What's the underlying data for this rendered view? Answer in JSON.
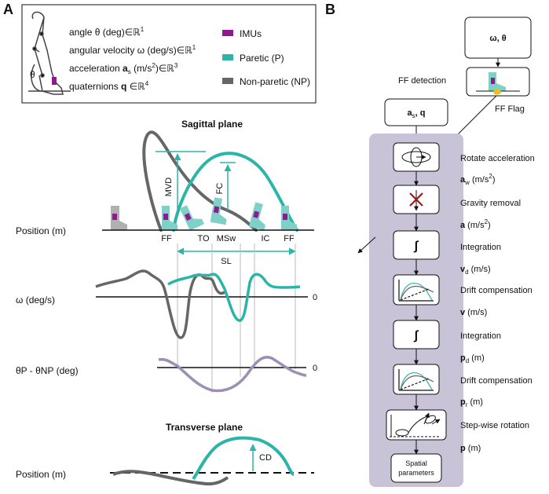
{
  "panel_a": {
    "letter": "A",
    "legend": {
      "theta_symbol": "θ",
      "signals": [
        {
          "prefix": "angle θ (deg)∈ℝ",
          "sup": "1"
        },
        {
          "prefix": "angular velocity ω (deg/s)∈ℝ",
          "sup": "1"
        },
        {
          "prefix": "acceleration ",
          "bold": "a",
          "sub": "s",
          "mid": " (m/s",
          "sup2": "2",
          "suffix": ")∈ℝ",
          "sup": "3"
        },
        {
          "prefix": "quaternions ",
          "bold": "q",
          "suffix": " ∈ℝ",
          "sup": "4"
        }
      ],
      "keys": [
        {
          "label": "IMUs",
          "color": "#8e1a8e"
        },
        {
          "label": "Paretic (P)",
          "color": "#2bb5a8"
        },
        {
          "label": "Non-paretic (NP)",
          "color": "#666666"
        }
      ]
    },
    "sagittal": {
      "title": "Sagittal plane",
      "mvd": "MVD",
      "fc": "FC",
      "sl": "SL",
      "events": [
        "FF",
        "TO",
        "MSw",
        "IC",
        "FF"
      ],
      "position_label": "Position (m)",
      "omega_label": "ω (deg/s)",
      "theta_label": "θP - θNP (deg)",
      "zero_omega": "0",
      "zero_theta": "0"
    },
    "transverse": {
      "title": "Transverse plane",
      "cd": "CD",
      "position_label": "Position (m)"
    }
  },
  "panel_b": {
    "letter": "B",
    "input_top": "ω, θ",
    "ff_detection": "FF detection",
    "ff_flag": "FF Flag",
    "input_left": {
      "bold": "a",
      "sub": "s",
      "rest": ", q"
    },
    "steps": [
      {
        "label": "Rotate acceleration",
        "out_bold": "a",
        "out_sub": "w",
        "out_rest": " (m/s",
        "out_sup": "2",
        "out_end": ")"
      },
      {
        "label": "Gravity removal",
        "out_bold": "a",
        "out_sub": "",
        "out_rest": " (m/s",
        "out_sup": "2",
        "out_end": ")"
      },
      {
        "label": "Integration",
        "out_bold": "v",
        "out_sub": "d",
        "out_rest": " (m/s)",
        "out_sup": "",
        "out_end": ""
      },
      {
        "label": "Drift compensation",
        "out_bold": "v",
        "out_sub": "",
        "out_rest": " (m/s)",
        "out_sup": "",
        "out_end": ""
      },
      {
        "label": "Integration",
        "out_bold": "p",
        "out_sub": "d",
        "out_rest": " (m)",
        "out_sup": "",
        "out_end": ""
      },
      {
        "label": "Drift compensation",
        "out_bold": "p",
        "out_sub": "r",
        "out_rest": " (m)",
        "out_sup": "",
        "out_end": ""
      },
      {
        "label": "Step-wise rotation",
        "out_bold": "p",
        "out_sub": "",
        "out_rest": " (m)",
        "out_sup": "",
        "out_end": ""
      }
    ],
    "integral_symbol": "∫",
    "output_box": [
      "Spatial",
      "parameters"
    ]
  },
  "colors": {
    "paretic": "#2bb5a8",
    "nonparetic": "#666666",
    "imu": "#8e1a8e",
    "purple_curve": "#9d8fb5",
    "panel_bg": "#c9c3d8",
    "flag": "#e7c21f",
    "cross": "#9b1b1b"
  }
}
